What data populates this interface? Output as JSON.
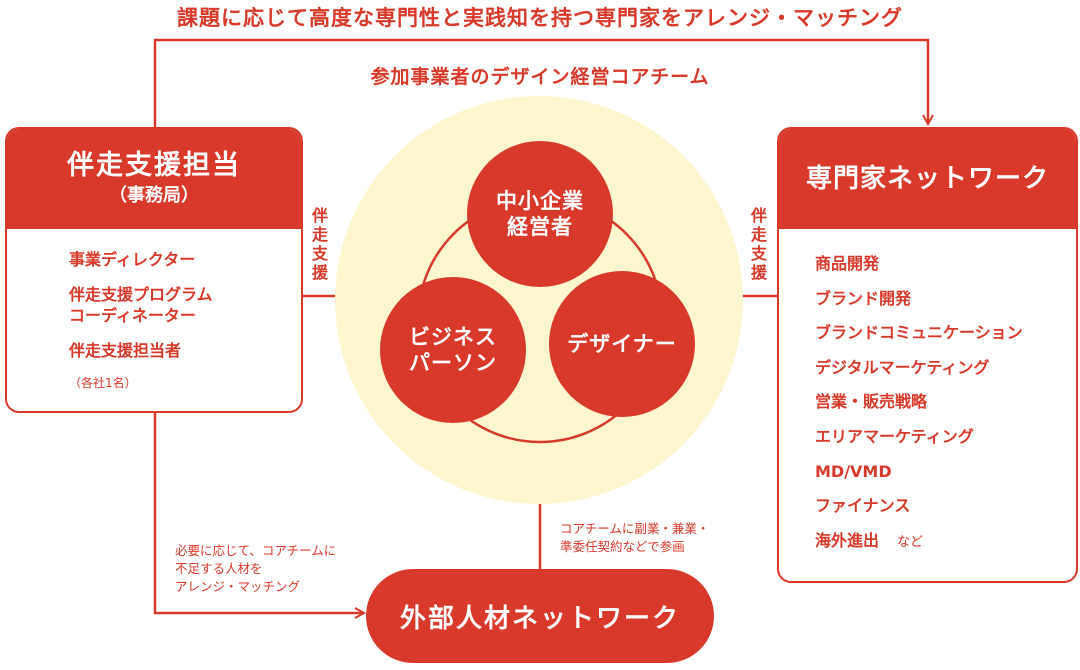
{
  "top_title": "課題に応じて高度な専門性と実践知を持つ専門家をアレンジ・マッチング",
  "core_team_title": "参加事業者のデザイン経営コアチーム",
  "left_panel": {
    "title": "伴走支援担当",
    "subtitle": "（事務局）",
    "items": [
      "事業ディレクター",
      "伴走支援プログラム",
      "コーディネーター",
      "伴走支援担当者"
    ],
    "note": "（各社1名）"
  },
  "right_panel": {
    "title": "専門家ネットワーク",
    "items": [
      "商品開発",
      "ブランド開発",
      "ブランドコミュニケーション",
      "デジタルマーケティング",
      "営業・販売戦略",
      "エリアマーケティング",
      "MD/VMD",
      "ファイナンス",
      "海外進出"
    ],
    "suffix": "など"
  },
  "circles": {
    "top": [
      "中小企業",
      "経営者"
    ],
    "left": [
      "ビジネス",
      "パーソン"
    ],
    "right": "デザイナー"
  },
  "support_label_left": "伴走支援",
  "support_label_right": "伴走支援",
  "bottom_left_note": [
    "必要に応じて、コアチームに",
    "不足する人材を",
    "アレンジ・マッチング"
  ],
  "bottom_right_note": [
    "コアチームに副業・兼業・",
    "準委任契約などで参画"
  ],
  "bottom_pill": "外部人材ネットワーク",
  "colors": {
    "accent": "#d9392b",
    "halo": "#fdf6cf"
  }
}
